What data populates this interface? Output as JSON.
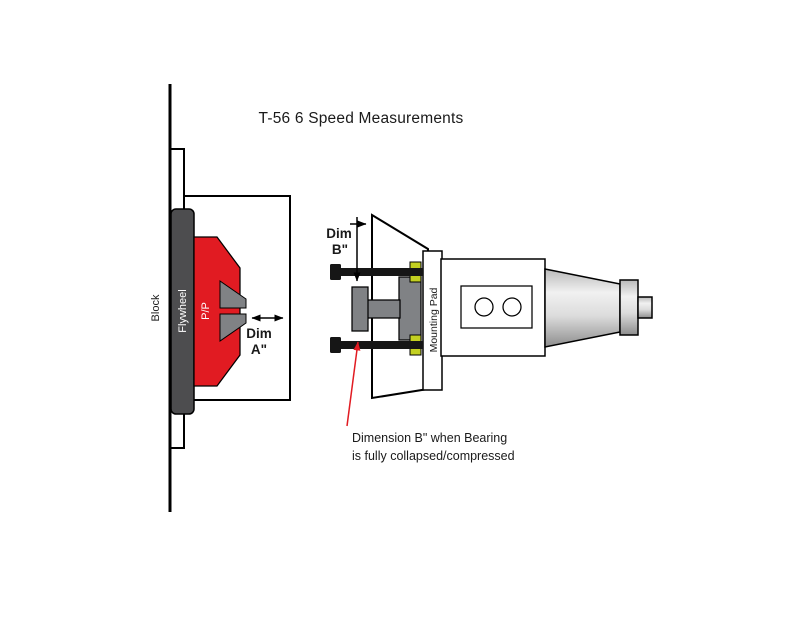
{
  "title": "T-56 6 Speed Measurements",
  "colors": {
    "red": "#e11b22",
    "flywheel": "#4d4d4f",
    "gray": "#808285",
    "washer": "#c3d021",
    "stud": "#161616",
    "line": "#000000",
    "annotation_arrow": "#e11b22"
  },
  "labels": {
    "block": "Block",
    "flywheel": "Flywheel",
    "pressure_plate": "P/P",
    "mounting_pad": "Mounting Pad",
    "dim_a_1": "Dim",
    "dim_a_2": "A\"",
    "dim_b_1": "Dim",
    "dim_b_2": "B\""
  },
  "annotation": {
    "line1": "Dimension B\" when Bearing",
    "line2": "is fully collapsed/compressed"
  }
}
